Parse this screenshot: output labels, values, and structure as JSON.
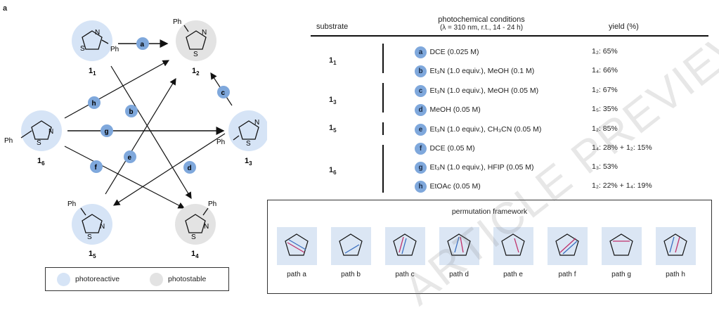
{
  "panel_letter": "a",
  "compounds": {
    "c1": {
      "sub": "Ph",
      "label": "1",
      "index": "1"
    },
    "c2": {
      "sub": "Ph",
      "label": "1",
      "index": "2"
    },
    "c3": {
      "sub": "Ph",
      "label": "1",
      "index": "3"
    },
    "c4": {
      "sub": "Ph",
      "label": "1",
      "index": "4"
    },
    "c5": {
      "sub": "Ph",
      "label": "1",
      "index": "5"
    },
    "c6": {
      "sub": "Ph",
      "label": "1",
      "index": "6"
    }
  },
  "atoms": {
    "N": "N",
    "S": "S"
  },
  "path_badges": [
    "a",
    "b",
    "c",
    "d",
    "e",
    "f",
    "g",
    "h"
  ],
  "legend": {
    "photoreactive": "photoreactive",
    "photostable": "photostable"
  },
  "colors": {
    "photoreactive": "#d6e4f6",
    "photostable": "#e3e3e3",
    "badge": "#7fa8dc"
  },
  "table": {
    "headers": {
      "substrate": "substrate",
      "conditions_line1": "photochemical conditions",
      "conditions_line2": "(λ = 310 nm, r.t., 14 - 24 h)",
      "yield": "yield (%)"
    },
    "groups": [
      {
        "substrate": "1",
        "sub_index": "1"
      },
      {
        "substrate": "1",
        "sub_index": "3"
      },
      {
        "substrate": "1",
        "sub_index": "5"
      },
      {
        "substrate": "1",
        "sub_index": "6"
      }
    ],
    "rows": [
      {
        "path": "a",
        "conditions": "DCE (0.025 M)",
        "yield": "1₂: 65%"
      },
      {
        "path": "b",
        "conditions": "Et₃N (1.0 equiv.), MeOH (0.1 M)",
        "yield": "1₄: 66%"
      },
      {
        "path": "c",
        "conditions": "Et₃N (1.0 equiv.), MeOH (0.05 M)",
        "yield": "1₂: 67%"
      },
      {
        "path": "d",
        "conditions": "MeOH (0.05 M)",
        "yield": "1₅: 35%"
      },
      {
        "path": "e",
        "conditions": "Et₃N (1.0 equiv.), CH₃CN (0.05 M)",
        "yield": "1₂: 85%"
      },
      {
        "path": "f",
        "conditions": "DCE (0.05 M)",
        "yield": "1₄: 28% + 1₂: 15%"
      },
      {
        "path": "g",
        "conditions": "Et₃N (1.0 equiv.), HFIP (0.05 M)",
        "yield": "1₃: 53%"
      },
      {
        "path": "h",
        "conditions": "EtOAc (0.05 M)",
        "yield": "1₂: 22% + 1₄: 19%"
      }
    ]
  },
  "permutation": {
    "title": "permutation framework",
    "paths": [
      "path a",
      "path b",
      "path c",
      "path d",
      "path e",
      "path f",
      "path g",
      "path h"
    ]
  },
  "watermark": "ARTICLE PREVIEW"
}
